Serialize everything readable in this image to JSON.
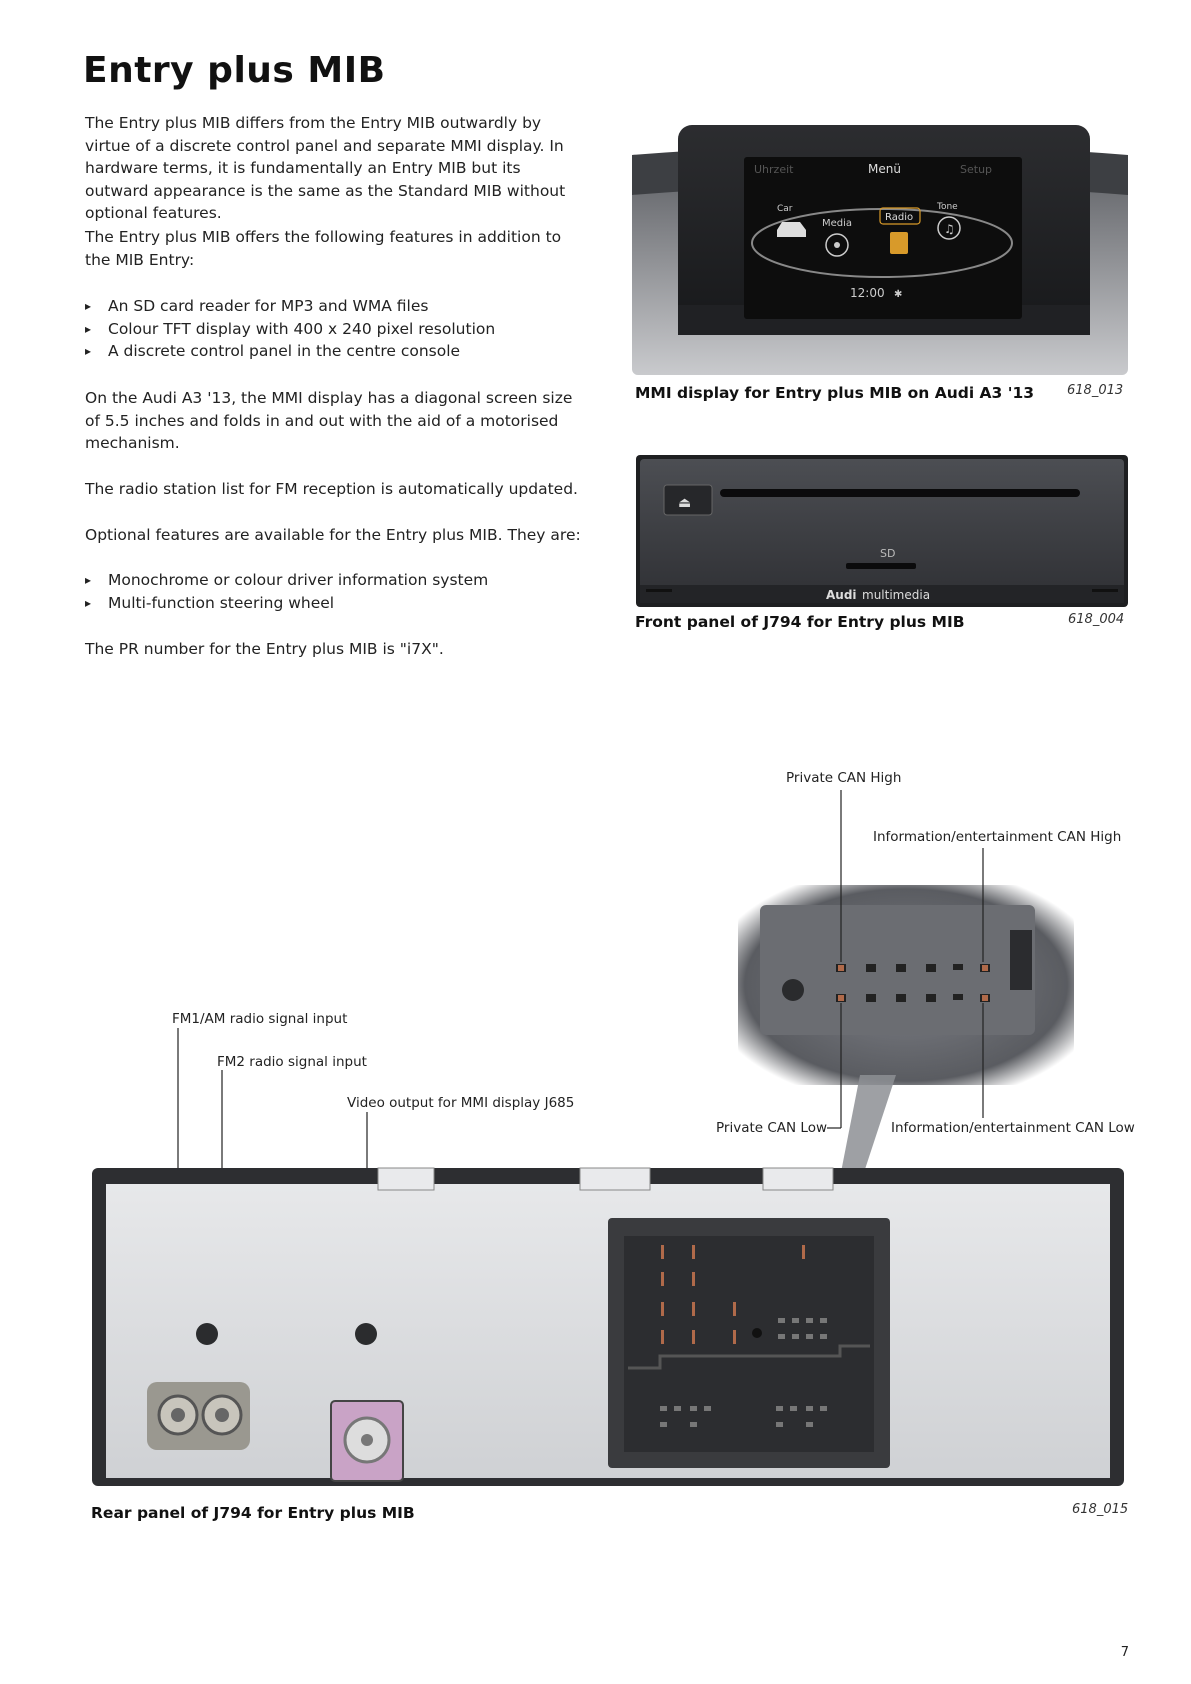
{
  "page": {
    "title": "Entry plus MIB",
    "page_number": "7"
  },
  "text": {
    "p1": "The Entry plus MIB differs from the Entry MIB outwardly by virtue of a discrete control panel and separate MMI display. In hardware terms, it is fundamentally an Entry MIB but its outward appearance is the same as the Standard MIB without optional features.",
    "p2": "The Entry plus MIB offers the following features in addition to the MIB Entry:",
    "list1": [
      "An SD card reader for MP3 and WMA files",
      "Colour TFT display with 400 x 240 pixel resolution",
      "A discrete control panel in the centre console"
    ],
    "p3": "On the Audi A3 '13, the MMI display has a diagonal screen size of 5.5 inches and folds in and out with the aid of a motorised mechanism.",
    "p4": "The radio station list for FM reception is automatically updated.",
    "p5": "Optional features are available for the Entry plus MIB. They are:",
    "list2": [
      "Monochrome or colour driver information system",
      "Multi-function steering wheel"
    ],
    "p6": "The PR number for the Entry plus MIB is \"i7X\"."
  },
  "figures": {
    "mmi": {
      "caption": "MMI display for Entry plus MIB on Audi A3 '13",
      "number": "618_013",
      "screen": {
        "left": "Uhrzeit",
        "center": "Menü",
        "right": "Setup",
        "items": [
          "Car",
          "Media",
          "Radio",
          "Tone"
        ],
        "clock": "12:00"
      }
    },
    "front": {
      "caption": "Front panel of J794 for Entry plus MIB",
      "number": "618_004",
      "sd_label": "SD",
      "brand": "Audi",
      "brand_suffix": "multimedia"
    },
    "rear": {
      "caption": "Rear panel of J794 for Entry plus MIB",
      "number": "618_015",
      "labels": {
        "private_can_high": "Private CAN High",
        "info_can_high": "Information/entertainment CAN High",
        "fm1": "FM1/AM radio signal input",
        "fm2": "FM2 radio signal input",
        "video": "Video output for MMI display J685",
        "private_can_low": "Private CAN Low",
        "info_can_low": "Information/entertainment CAN Low"
      }
    }
  },
  "colors": {
    "screen_bg": "#0d0d0d",
    "panel_dark": "#3a3c40",
    "connector_pink": "#c9a3c6",
    "pin_copper": "#b06a4a"
  }
}
